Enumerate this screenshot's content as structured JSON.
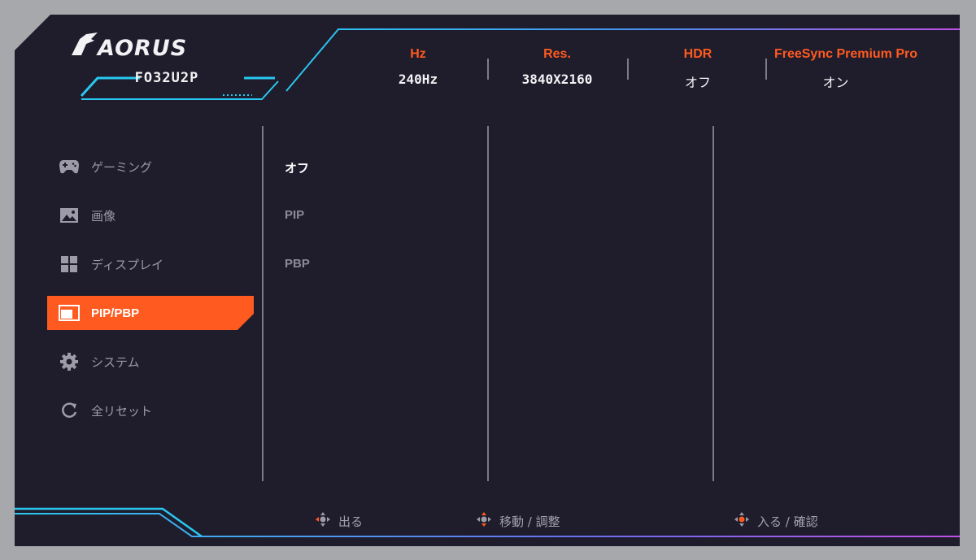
{
  "brand": {
    "logo_text": "AORUS",
    "model": "FO32U2P"
  },
  "specs": [
    {
      "label": "Hz",
      "value": "240Hz"
    },
    {
      "label": "Res.",
      "value": "3840X2160"
    },
    {
      "label": "HDR",
      "value": "オフ"
    },
    {
      "label": "FreeSync Premium Pro",
      "value": "オン"
    }
  ],
  "menu": {
    "items": [
      {
        "label": "ゲーミング",
        "icon": "gamepad-icon"
      },
      {
        "label": "画像",
        "icon": "image-icon"
      },
      {
        "label": "ディスプレイ",
        "icon": "display-grid-icon"
      },
      {
        "label": "PIP/PBP",
        "icon": "pip-icon",
        "active": true
      },
      {
        "label": "システム",
        "icon": "gear-icon"
      },
      {
        "label": "全リセット",
        "icon": "reset-icon"
      }
    ]
  },
  "submenu": {
    "items": [
      {
        "label": "オフ",
        "selected": true
      },
      {
        "label": "PIP"
      },
      {
        "label": "PBP"
      }
    ]
  },
  "footer": {
    "exit": "出る",
    "move": "移動 / 調整",
    "enter": "入る / 確認"
  },
  "colors": {
    "accent_orange": "#ff5a1f",
    "panel_bg": "#1f1c2c",
    "cyan": "#28c8f0",
    "magenta": "#c050e8"
  }
}
